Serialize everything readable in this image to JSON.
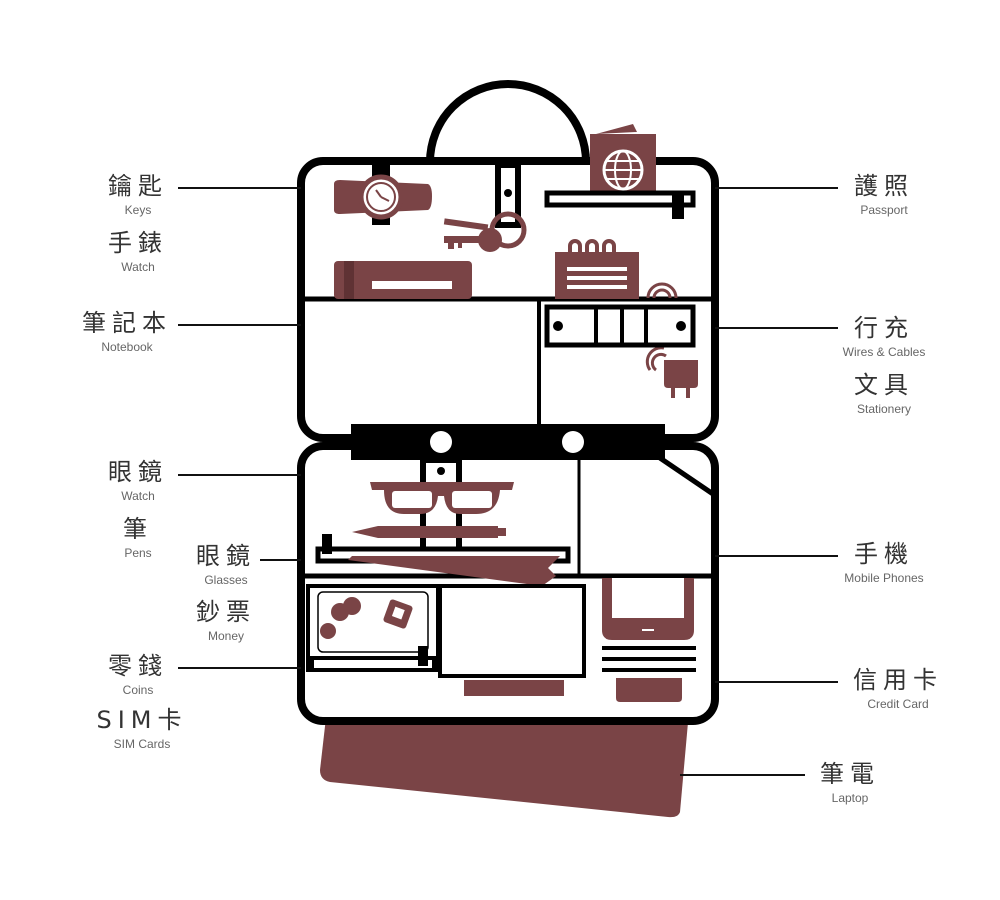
{
  "colors": {
    "outline": "#000000",
    "accent": "#7a4446",
    "background": "#ffffff",
    "label_zh": "#333333",
    "label_en": "#666666"
  },
  "labels": {
    "keys": {
      "zh": "鑰匙",
      "en": "Keys"
    },
    "watch": {
      "zh": "手錶",
      "en": "Watch"
    },
    "notebook": {
      "zh": "筆記本",
      "en": "Notebook"
    },
    "glasses_left": {
      "zh": "眼鏡",
      "en": "Watch"
    },
    "pens": {
      "zh": "筆",
      "en": "Pens"
    },
    "glasses": {
      "zh": "眼鏡",
      "en": "Glasses"
    },
    "money": {
      "zh": "鈔票",
      "en": "Money"
    },
    "coins": {
      "zh": "零錢",
      "en": "Coins"
    },
    "sim": {
      "zh": "SIM卡",
      "en": "SIM Cards"
    },
    "passport": {
      "zh": "護照",
      "en": "Passport"
    },
    "wires": {
      "zh": "行充",
      "en": "Wires & Cables"
    },
    "stationery": {
      "zh": "文具",
      "en": "Stationery"
    },
    "phones": {
      "zh": "手機",
      "en": "Mobile Phones"
    },
    "credit": {
      "zh": "信用卡",
      "en": "Credit Card"
    },
    "laptop": {
      "zh": "筆電",
      "en": "Laptop"
    }
  },
  "icons": [
    "watch-icon",
    "key-icon",
    "passport-icon",
    "notebook-icon",
    "notepad-icon",
    "cable-plug-icon",
    "glasses-icon",
    "pen-icon",
    "banknote-icon",
    "coins-icon",
    "sim-card-icon",
    "mobile-phone-icon",
    "credit-card-icon",
    "laptop-icon"
  ]
}
